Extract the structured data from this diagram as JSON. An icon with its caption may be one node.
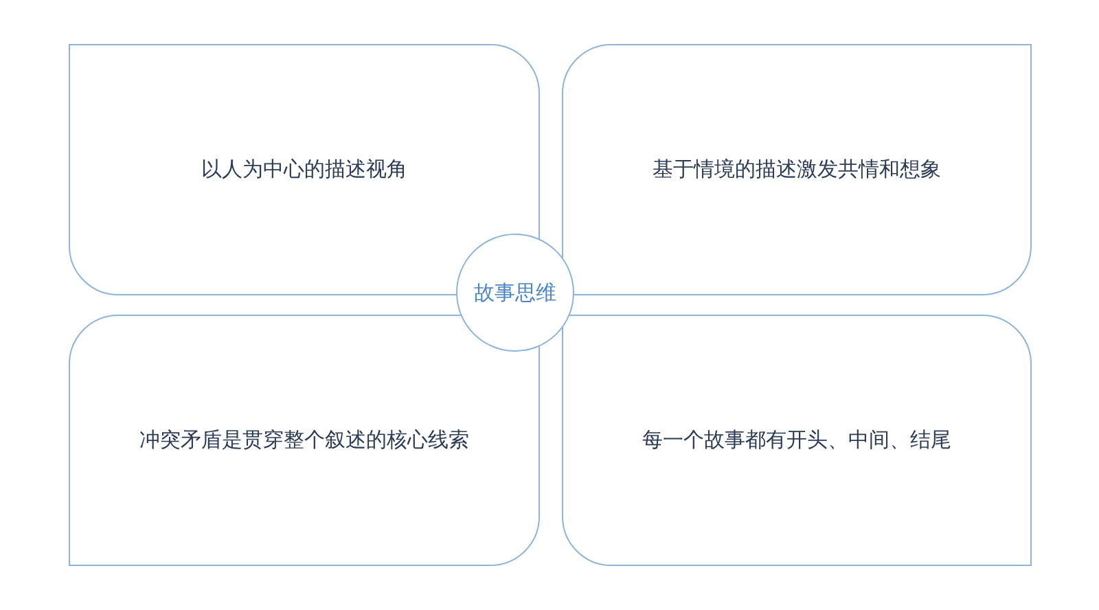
{
  "diagram": {
    "nodes": [
      {
        "text": [
          "以人为中心的描述视角"
        ]
      },
      {
        "text": [
          "基于情境的描述激发共情和想象"
        ]
      },
      {
        "text": [
          "故事思维"
        ]
      },
      {
        "text": [
          "冲突矛盾是贯穿整个叙述的核心线索"
        ]
      },
      {
        "text": [
          "每一个故事都有开头、中间、结尾"
        ]
      }
    ]
  }
}
